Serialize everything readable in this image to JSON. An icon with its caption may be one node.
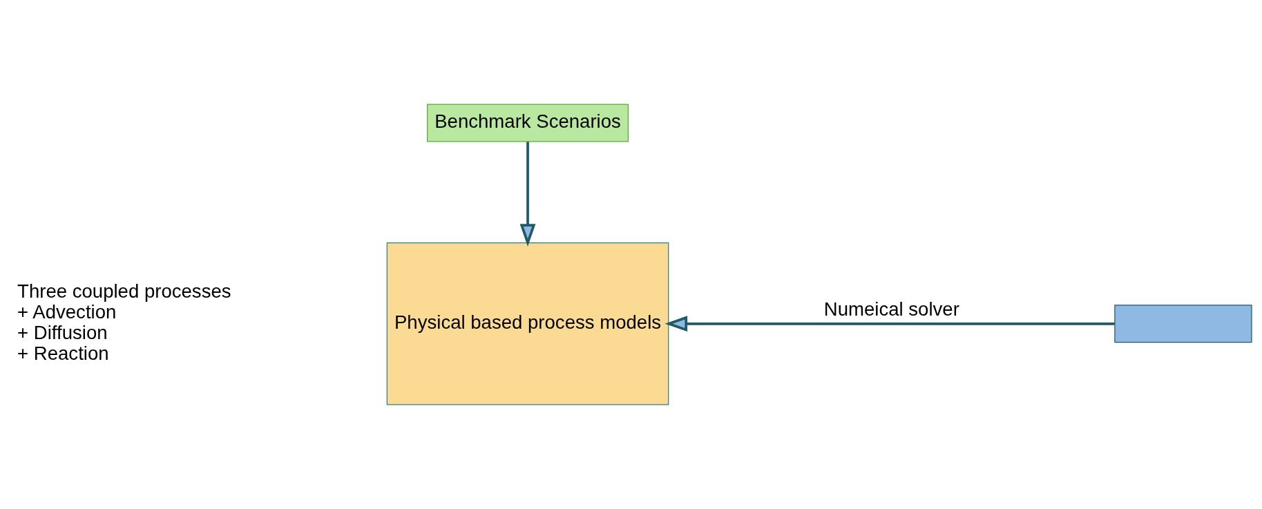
{
  "diagram": {
    "nodes": [
      {
        "text": [
          "Benchmark Scenarios"
        ]
      },
      {
        "text": [
          "Physical based process models"
        ]
      },
      {
        "text": [],
        "shape": "box"
      }
    ],
    "edges": [
      {
        "from": 0,
        "to": 1,
        "arrow": "to"
      },
      {
        "from": 2,
        "to": 1,
        "arrow": "to",
        "label": "Numeical solver"
      }
    ],
    "labels": [
      "Three coupled processes",
      "+ Advection",
      "+ Diffusion",
      "+ Reaction"
    ]
  }
}
